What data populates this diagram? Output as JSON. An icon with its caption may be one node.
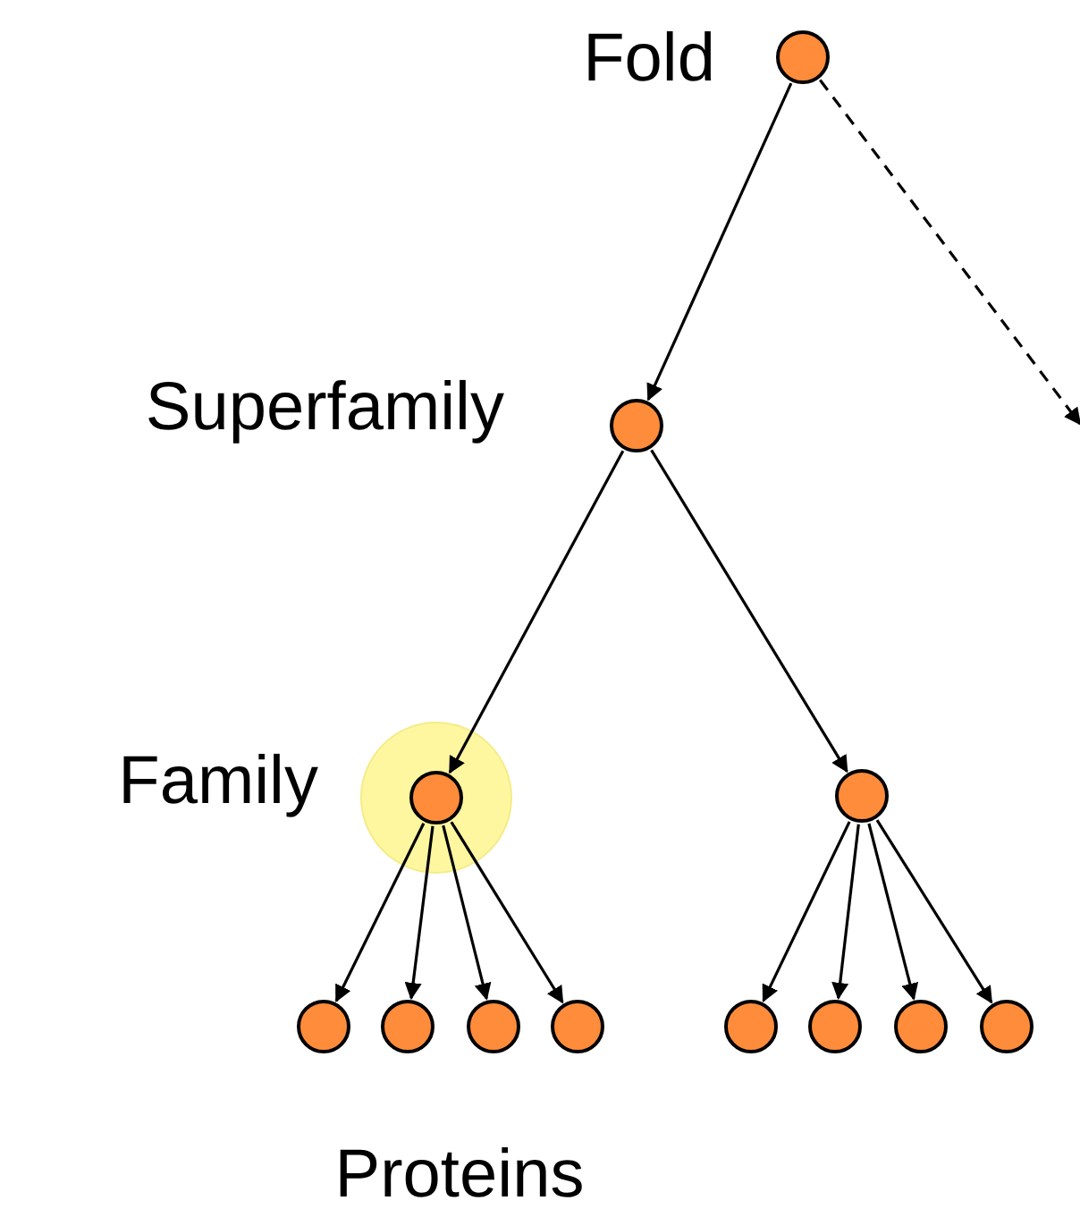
{
  "diagram": {
    "nodes": [
      {
        "text": [],
        "shape": "circle",
        "beside": [
          "Fold"
        ]
      },
      {
        "text": [],
        "shape": "circle",
        "beside": [
          "Superfamily"
        ]
      },
      {
        "text": [],
        "shape": "circle",
        "beside": [
          "Family"
        ]
      },
      {
        "text": [],
        "shape": "circle"
      },
      {
        "text": [],
        "shape": "circle"
      },
      {
        "text": [],
        "shape": "circle"
      },
      {
        "text": [],
        "shape": "circle"
      },
      {
        "text": [],
        "shape": "circle"
      },
      {
        "text": [],
        "shape": "circle"
      },
      {
        "text": [],
        "shape": "circle"
      },
      {
        "text": [],
        "shape": "circle"
      },
      {
        "text": [],
        "shape": "circle"
      }
    ],
    "edges": [
      {
        "from": 0,
        "to": 1,
        "arrow": "to"
      },
      {
        "from": 0,
        "to": null,
        "arrow": "to",
        "style": "dashed"
      },
      {
        "from": 1,
        "to": 2,
        "arrow": "to"
      },
      {
        "from": 1,
        "to": 3,
        "arrow": "to"
      },
      {
        "from": 2,
        "to": 4,
        "arrow": "to"
      },
      {
        "from": 2,
        "to": 5,
        "arrow": "to"
      },
      {
        "from": 2,
        "to": 6,
        "arrow": "to"
      },
      {
        "from": 2,
        "to": 7,
        "arrow": "to"
      },
      {
        "from": 3,
        "to": 8,
        "arrow": "to"
      },
      {
        "from": 3,
        "to": 9,
        "arrow": "to"
      },
      {
        "from": 3,
        "to": 10,
        "arrow": "to"
      },
      {
        "from": 3,
        "to": 11,
        "arrow": "to"
      }
    ],
    "labels": [
      "Proteins"
    ]
  }
}
